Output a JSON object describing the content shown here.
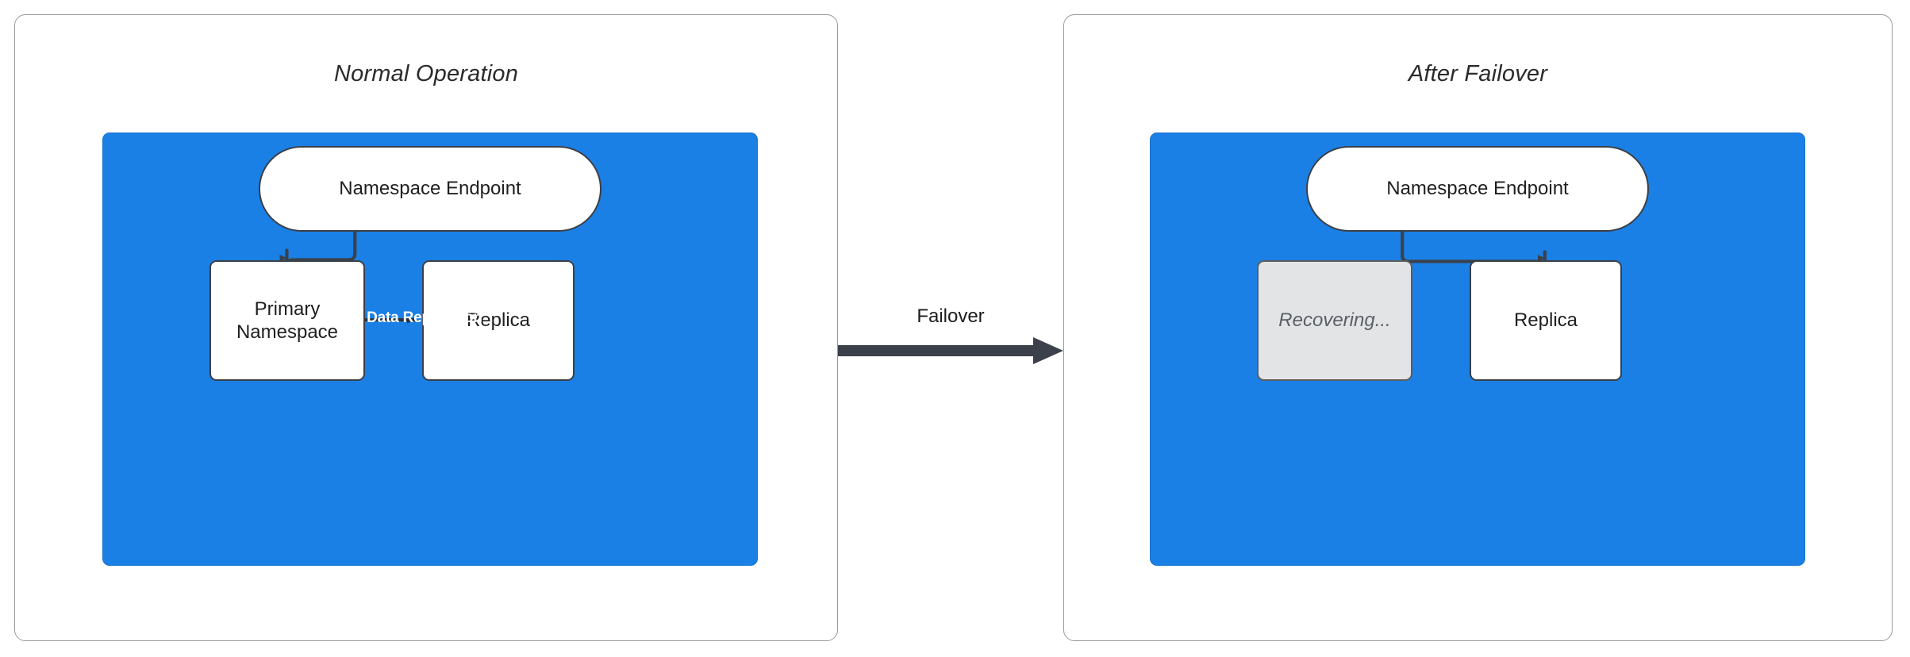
{
  "diagram": {
    "title_left": "Normal Operation",
    "title_right": "After Failover",
    "colors": {
      "zone_blue": "#1a80e5",
      "node_stroke": "#3b3f47",
      "node_fill": "#ffffff",
      "recovering_fill": "#e2e4e6",
      "recovering_text": "#5b5f66",
      "panel_border": "#9a9a9a",
      "arrow": "#3b404a",
      "replication_label": "#ffffff"
    }
  },
  "left_panel": {
    "title": "Normal Operation",
    "nodes": {
      "endpoint": "Namespace Endpoint",
      "primary_line1": "Primary",
      "primary_line2": "Namespace",
      "replica": "Replica"
    },
    "edges": {
      "endpoint_to_primary": "",
      "replication_label": "Data Replication"
    }
  },
  "transition": {
    "label": "Failover"
  },
  "right_panel": {
    "title": "After Failover",
    "nodes": {
      "endpoint": "Namespace Endpoint",
      "recovering": "Recovering...",
      "replica": "Replica"
    },
    "edges": {
      "endpoint_to_replica": ""
    }
  }
}
